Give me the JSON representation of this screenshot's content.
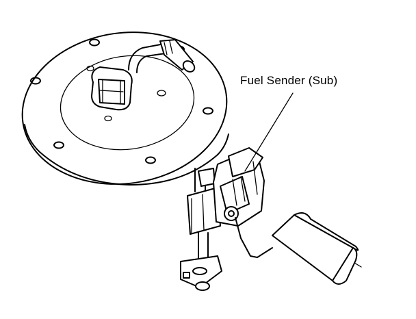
{
  "callout": {
    "label": "Fuel Sender (Sub)"
  },
  "colors": {
    "ink": "#000000",
    "paper": "#ffffff"
  },
  "icons": [
    "fuel-pump-flange",
    "fuel-sender-unit",
    "float-arm",
    "sender-float"
  ]
}
